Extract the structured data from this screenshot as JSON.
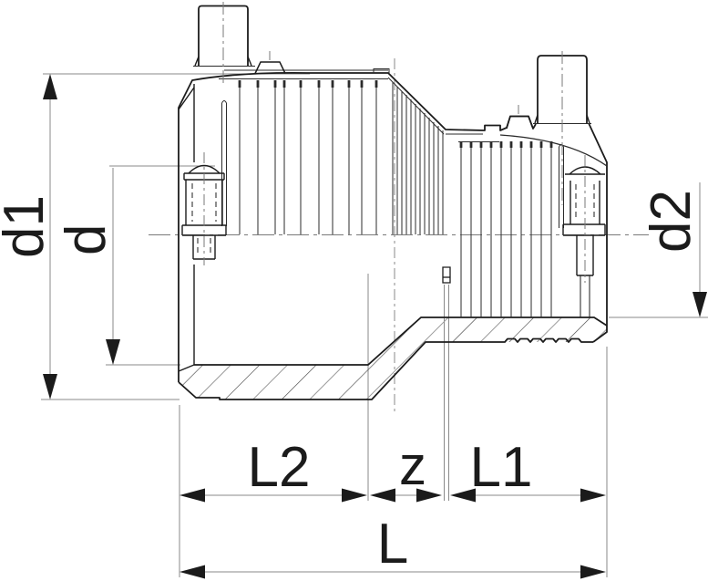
{
  "drawing": {
    "labels": {
      "d1": "d1",
      "d": "d",
      "d2": "d2",
      "L2": "L2",
      "z": "z",
      "L1": "L1",
      "L": "L"
    },
    "colors": {
      "outline": "#1c1c1c",
      "coil_lines": "#2b2b2b",
      "dimension_lines": "#8a8a8a",
      "arrow_and_text": "#1b1b1b",
      "background": "#ffffff"
    }
  }
}
